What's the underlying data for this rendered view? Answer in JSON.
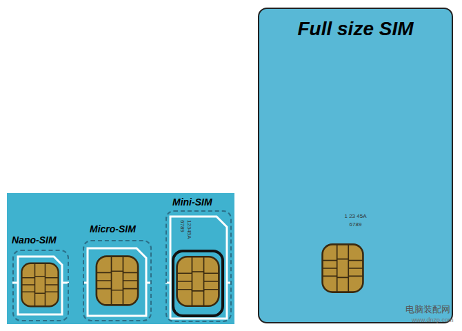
{
  "diagram": {
    "nodes": [
      {
        "text": [
          "Nano-SIM"
        ]
      },
      {
        "text": [
          "Micro-SIM"
        ]
      },
      {
        "text": [
          "Mini-SIM",
          "12345A",
          "6789"
        ]
      },
      {
        "text": [
          "Full size SIM",
          "1 23 45A",
          "6789"
        ]
      }
    ],
    "labels": [
      "电脑装配网",
      "www.dnzp.com"
    ]
  }
}
